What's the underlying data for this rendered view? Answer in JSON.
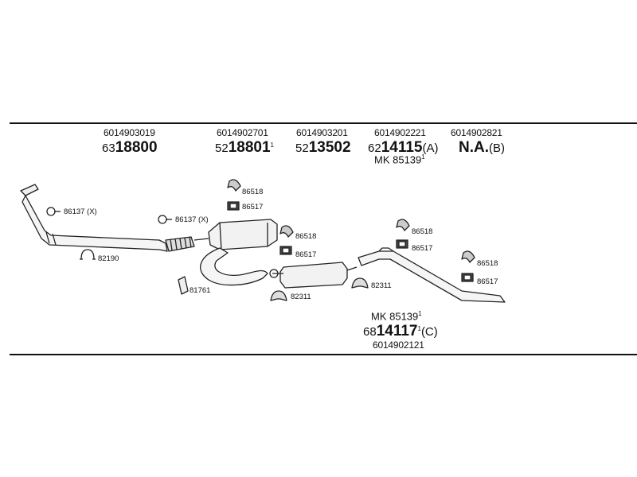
{
  "header": {
    "columns": [
      {
        "code": "6014903019",
        "prefix": "63",
        "num": "18800",
        "sup": "",
        "suffix": ""
      },
      {
        "code": "6014902701",
        "prefix": "52",
        "num": "18801",
        "sup": "1",
        "suffix": ""
      },
      {
        "code": "6014903201",
        "prefix": "52",
        "num": "13502",
        "sup": "",
        "suffix": ""
      },
      {
        "code": "6014902221",
        "prefix": "62",
        "num": "14115",
        "sup": "",
        "suffix": "(A)"
      },
      {
        "code": "6014902821",
        "prefix": "",
        "num": "N.A.",
        "sup": "",
        "suffix": "(B)"
      }
    ],
    "mk_top": {
      "text": "MK 85139",
      "sup": "1"
    }
  },
  "parts": {
    "l86137a": "86137 (X)",
    "l86137b": "86137 (X)",
    "l82190": "82190",
    "l81761": "81761",
    "l86518a": "86518",
    "l86517a": "86517",
    "l86518b": "86518",
    "l86517b": "86517",
    "l82311a": "82311",
    "l82311b": "82311",
    "l86518c": "86518",
    "l86517c": "86517",
    "l86518d": "86518",
    "l86517d": "86517"
  },
  "footer": {
    "mk": {
      "text": "MK 85139",
      "sup": "1"
    },
    "prefix": "68",
    "num": "14117",
    "sup": "1",
    "suffix": "(C)",
    "code": "6014902121"
  }
}
